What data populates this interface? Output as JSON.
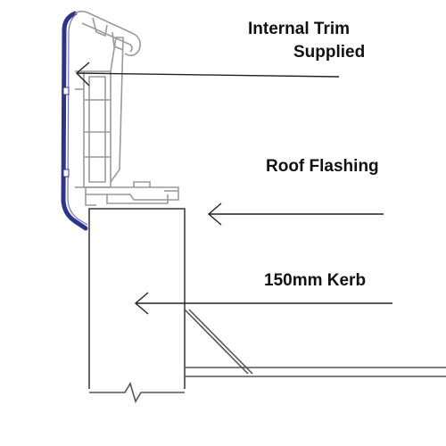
{
  "labels": {
    "internal_trim_line1": "Internal Trim",
    "internal_trim_line2": "Supplied",
    "roof_flashing": "Roof Flashing",
    "kerb": "150mm Kerb"
  },
  "colors": {
    "trim_blue": "#2e3589",
    "profile_grey": "#9a9a9a",
    "line": "#333333",
    "text": "#111111"
  }
}
